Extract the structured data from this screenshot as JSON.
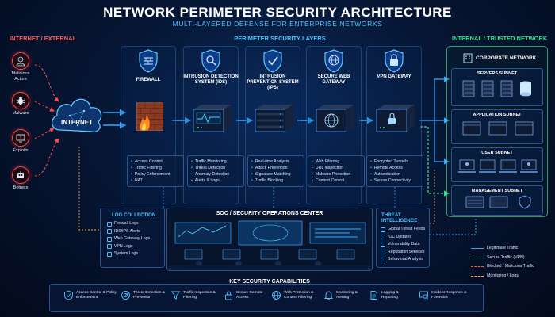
{
  "title": "NETWORK PERIMETER SECURITY ARCHITECTURE",
  "subtitle": "MULTI-LAYERED DEFENSE FOR ENTERPRISE NETWORKS",
  "zones": {
    "external": "INTERNET / EXTERNAL",
    "layers": "PERIMETER SECURITY LAYERS",
    "internal": "INTERNAL / TRUSTED NETWORK"
  },
  "threats": [
    {
      "label": "Malicious Actors",
      "icon": "hacker-icon"
    },
    {
      "label": "Malware",
      "icon": "bug-icon"
    },
    {
      "label": "Exploits",
      "icon": "exploit-icon"
    },
    {
      "label": "Botnets",
      "icon": "bot-icon"
    }
  ],
  "internet_label": "INTERNET",
  "layers": [
    {
      "name": "FIREWALL",
      "icon": "firewall-icon",
      "features": [
        "Access Control",
        "Traffic Filtering",
        "Policy Enforcement",
        "NAT"
      ]
    },
    {
      "name": "INTRUSION DETECTION SYSTEM (IDS)",
      "icon": "magnifier-icon",
      "features": [
        "Traffic Monitoring",
        "Threat Detection",
        "Anomaly Detection",
        "Alerts & Logs"
      ]
    },
    {
      "name": "INTRUSION PREVENTION SYSTEM (IPS)",
      "icon": "check-shield-icon",
      "features": [
        "Real-time Analysis",
        "Attack Prevention",
        "Signature Matching",
        "Traffic Blocking"
      ]
    },
    {
      "name": "SECURE WEB GATEWAY",
      "icon": "globe-icon",
      "features": [
        "Web Filtering",
        "URL Inspection",
        "Malware Protection",
        "Content Control"
      ]
    },
    {
      "name": "VPN GATEWAY",
      "icon": "lock-icon",
      "features": [
        "Encrypted Tunnels",
        "Remote Access",
        "Authentication",
        "Secure Connectivity"
      ]
    }
  ],
  "corporate": {
    "title": "CORPORATE NETWORK",
    "subnets": [
      "SERVERS SUBNET",
      "APPLICATION SUBNET",
      "USER SUBNET",
      "MANAGEMENT SUBNET"
    ]
  },
  "log_collection": {
    "title": "LOG COLLECTION",
    "items": [
      "Firewall Logs",
      "IDS/IPS Alerts",
      "Web Gateway Logs",
      "VPN Logs",
      "System Logs"
    ]
  },
  "soc": {
    "title": "SOC / SECURITY OPERATIONS CENTER"
  },
  "threat_intel": {
    "title": "THREAT INTELLIGENCE",
    "items": [
      "Global Threat Feeds",
      "IOC Updates",
      "Vulnerability Data",
      "Reputation Services",
      "Behavioral Analysis"
    ]
  },
  "legend": [
    {
      "label": "Legitimate Traffic",
      "color": "#3aa8ff"
    },
    {
      "label": "Secure Traffic (VPN)",
      "color": "#34e08a"
    },
    {
      "label": "Blocked / Malicious Traffic",
      "color": "#ff4d4d"
    },
    {
      "label": "Monitoring / Logs",
      "color": "#ff9f2e"
    }
  ],
  "capabilities": {
    "title": "KEY SECURITY CAPABILITIES",
    "items": [
      {
        "label": "Access Control & Policy Enforcement",
        "icon": "shield-check-icon"
      },
      {
        "label": "Threat Detection & Prevention",
        "icon": "radar-icon"
      },
      {
        "label": "Traffic Inspection & Filtering",
        "icon": "filter-icon"
      },
      {
        "label": "Secure Remote Access",
        "icon": "padlock-icon"
      },
      {
        "label": "Web Protection & Content Filtering",
        "icon": "globe-shield-icon"
      },
      {
        "label": "Monitoring & Alerting",
        "icon": "bell-icon"
      },
      {
        "label": "Logging & Reporting",
        "icon": "document-icon"
      },
      {
        "label": "Incident Response & Forensics",
        "icon": "forensics-icon"
      }
    ]
  },
  "colors": {
    "accent": "#4fc3ff",
    "external": "#ff5a5a",
    "internal": "#34e08a",
    "monitoring": "#ff9f2e"
  }
}
